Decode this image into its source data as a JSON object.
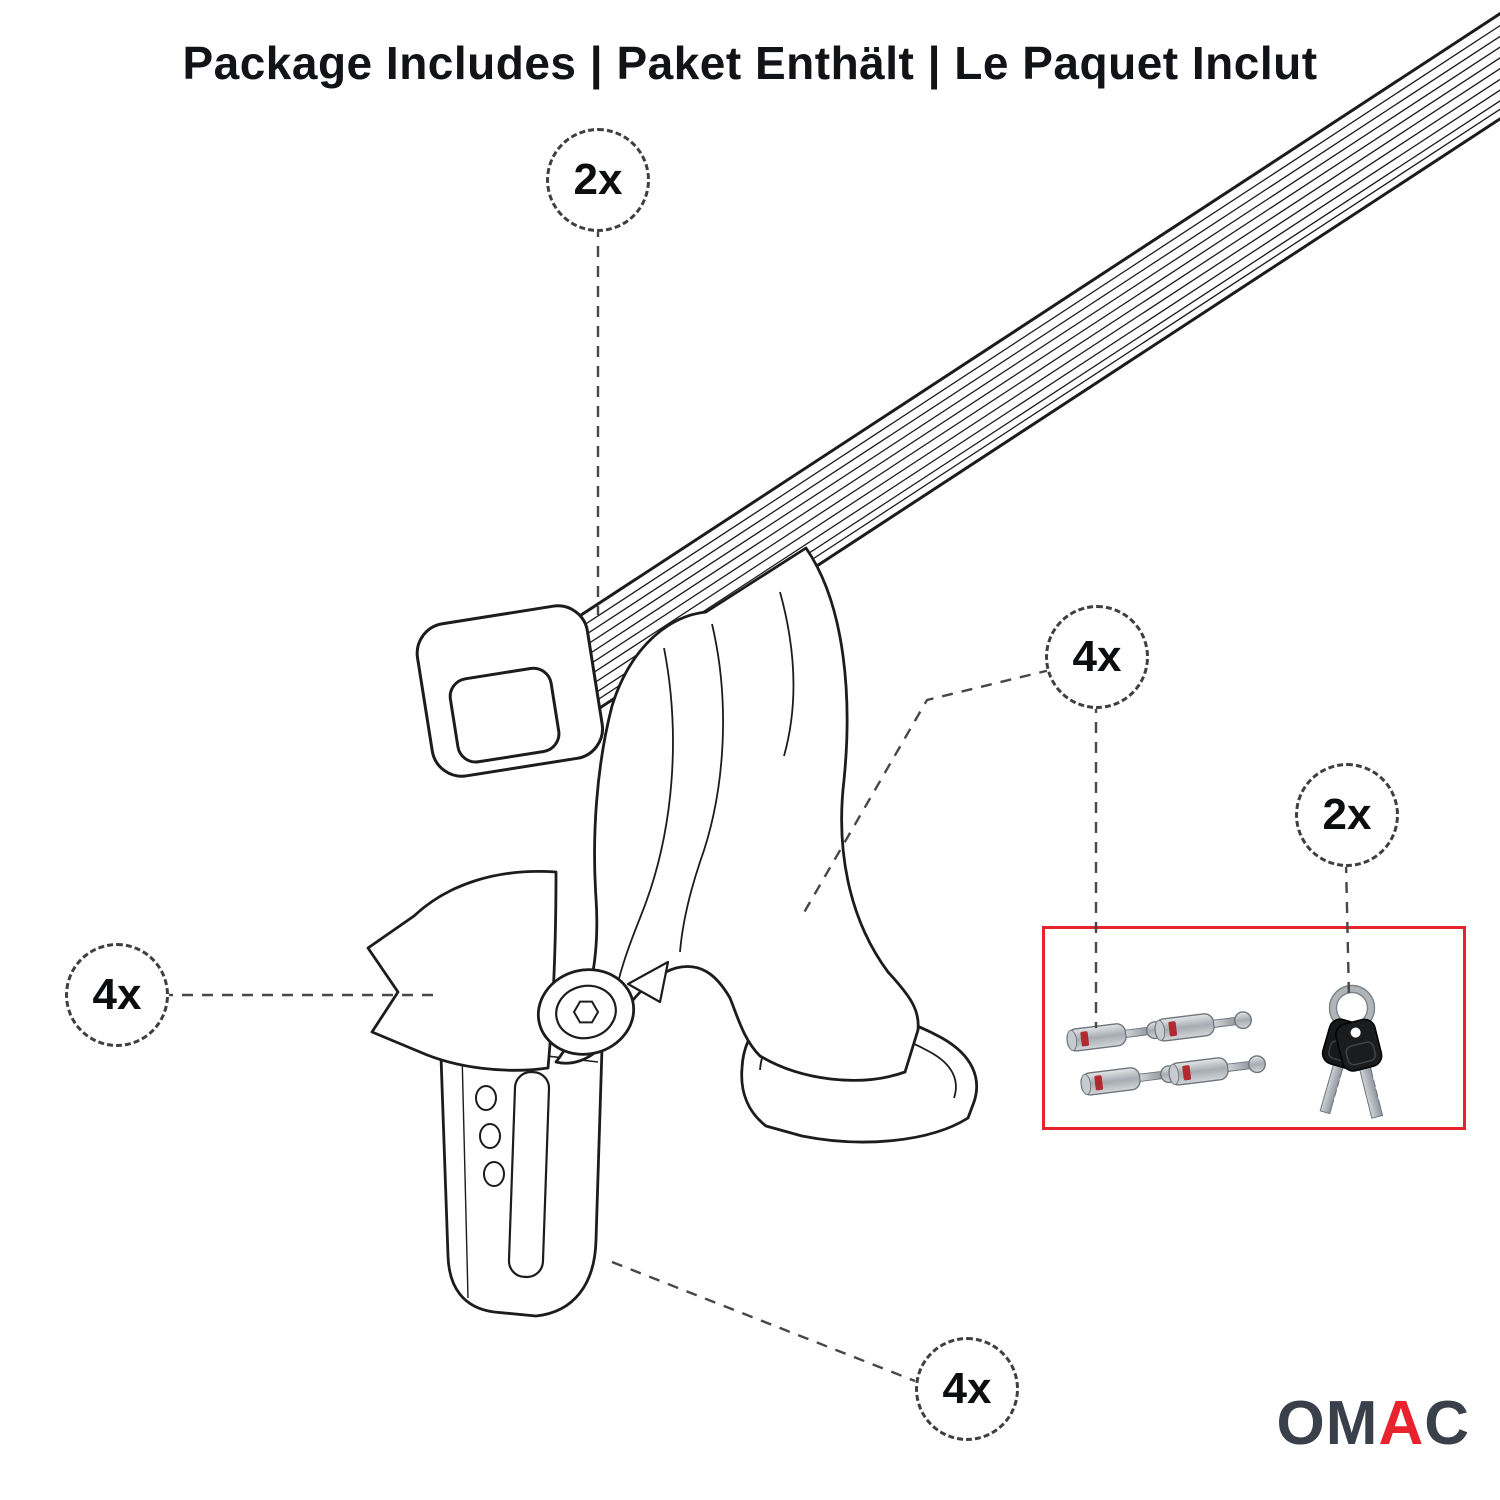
{
  "title": "Package Includes | Paket Enthält | Le Paquet Inclut",
  "callouts": {
    "crossbar_qty": "2x",
    "lock_pin_qty": "4x",
    "key_qty": "2x",
    "foot_qty": "4x",
    "bracket_qty": "4x"
  },
  "logo": {
    "letters": [
      "O",
      "M",
      "A",
      "C"
    ]
  },
  "colors": {
    "accent_red": "#E8232E",
    "line_dark": "#1C1C1E",
    "dash_gray": "#474747",
    "logo_dark": "#394049"
  }
}
